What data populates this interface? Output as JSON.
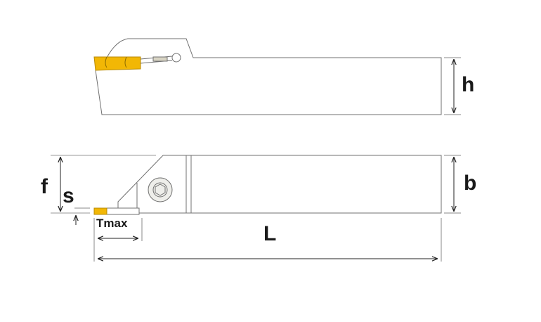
{
  "labels": {
    "h": "h",
    "b": "b",
    "f": "f",
    "s": "s",
    "tmax": "Tmax",
    "L": "L"
  },
  "colors": {
    "insert": "#f2b705",
    "outline": "#6e6e6e",
    "dim": "#222222"
  }
}
